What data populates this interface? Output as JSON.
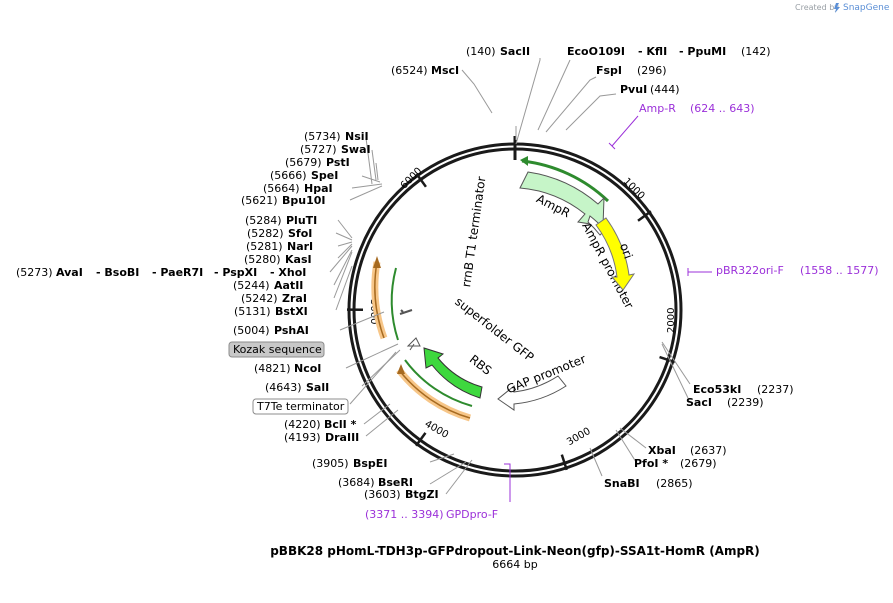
{
  "header": {
    "credit": "Created by",
    "logo_text": "SnapGene",
    "logo_icon": "snapgene-logo-icon"
  },
  "plasmid": {
    "name": "pBBK28 pHomL-TDH3p-GFPdropout-Link-Neon(gfp)-SSA1t-HomR (AmpR)",
    "length_label": "6664 bp",
    "total_bp": 6664
  },
  "ticks": [
    "1000",
    "2000",
    "3000",
    "4000",
    "5000",
    "6000"
  ],
  "features": {
    "ampr": "AmpR",
    "ampr_promoter": "AmpR promoter",
    "ori": "ori",
    "gap_promoter": "GAP promoter",
    "rbs": "RBS",
    "superfolder_gfp": "superfolder GFP",
    "rrnb": "rrnB T1 terminator",
    "kozak": "Kozak sequence",
    "t7te": "T7Te terminator"
  },
  "colors": {
    "ampr_fill": "#c6f5c8",
    "ori_fill": "#ffff00",
    "gfp_fill": "#3ed83e",
    "terminator_fill": "#f7c688",
    "primer": "#9b30d9",
    "box_fill": "#c8c8c8"
  },
  "sites": {
    "sacii": {
      "pos": "(140)",
      "name": "SacII"
    },
    "ecoo109i": {
      "name": "EcoO109I"
    },
    "kfli": {
      "name": "- KflI"
    },
    "ppumi": {
      "name": "- PpuMI",
      "pos": "(142)"
    },
    "msci": {
      "pos": "(6524)",
      "name": "MscI"
    },
    "fspi": {
      "name": "FspI",
      "pos": "(296)"
    },
    "pvui": {
      "name": "PvuI",
      "pos": "(444)"
    },
    "nsii": {
      "pos": "(5734)",
      "name": "NsiI"
    },
    "swai": {
      "pos": "(5727)",
      "name": "SwaI"
    },
    "psti": {
      "pos": "(5679)",
      "name": "PstI"
    },
    "spei": {
      "pos": "(5666)",
      "name": "SpeI"
    },
    "hpai": {
      "pos": "(5664)",
      "name": "HpaI"
    },
    "bpu10i": {
      "pos": "(5621)",
      "name": "Bpu10I"
    },
    "pluti": {
      "pos": "(5284)",
      "name": "PluTI"
    },
    "sfoi": {
      "pos": "(5282)",
      "name": "SfoI"
    },
    "nari": {
      "pos": "(5281)",
      "name": "NarI"
    },
    "kasi": {
      "pos": "(5280)",
      "name": "KasI"
    },
    "avai": {
      "pos": "(5273)",
      "name": "AvaI"
    },
    "bsobi": {
      "name": "- BsoBI"
    },
    "paer7i": {
      "name": "- PaeR7I"
    },
    "pspxi": {
      "name": "- PspXI"
    },
    "xhoi": {
      "name": "- XhoI"
    },
    "aatii": {
      "pos": "(5244)",
      "name": "AatII"
    },
    "zrai": {
      "pos": "(5242)",
      "name": "ZraI"
    },
    "bstxi": {
      "pos": "(5131)",
      "name": "BstXI"
    },
    "pshai": {
      "pos": "(5004)",
      "name": "PshAI"
    },
    "ncoi": {
      "pos": "(4821)",
      "name": "NcoI"
    },
    "sali": {
      "pos": "(4643)",
      "name": "SalI"
    },
    "bcli": {
      "pos": "(4220)",
      "name": "BclI *"
    },
    "draiii": {
      "pos": "(4193)",
      "name": "DraIII"
    },
    "bspei": {
      "pos": "(3905)",
      "name": "BspEI"
    },
    "bseri": {
      "pos": "(3684)",
      "name": "BseRI"
    },
    "btgzi": {
      "pos": "(3603)",
      "name": "BtgZI"
    },
    "eco53ki": {
      "name": "Eco53kI",
      "pos": "(2237)"
    },
    "saci": {
      "name": "SacI",
      "pos": "(2239)"
    },
    "xbai": {
      "name": "XbaI",
      "pos": "(2637)"
    },
    "pfoi": {
      "name": "PfoI *",
      "pos": "(2679)"
    },
    "snabi": {
      "name": "SnaBI",
      "pos": "(2865)"
    }
  },
  "primers": {
    "ampr_primer": {
      "name": "Amp-R",
      "range": "(624 .. 643)"
    },
    "pbr322": {
      "name": "pBR322ori-F",
      "range": "(1558 .. 1577)"
    },
    "gpdpro": {
      "range": "(3371 .. 3394)",
      "name": "GPDpro-F"
    }
  }
}
